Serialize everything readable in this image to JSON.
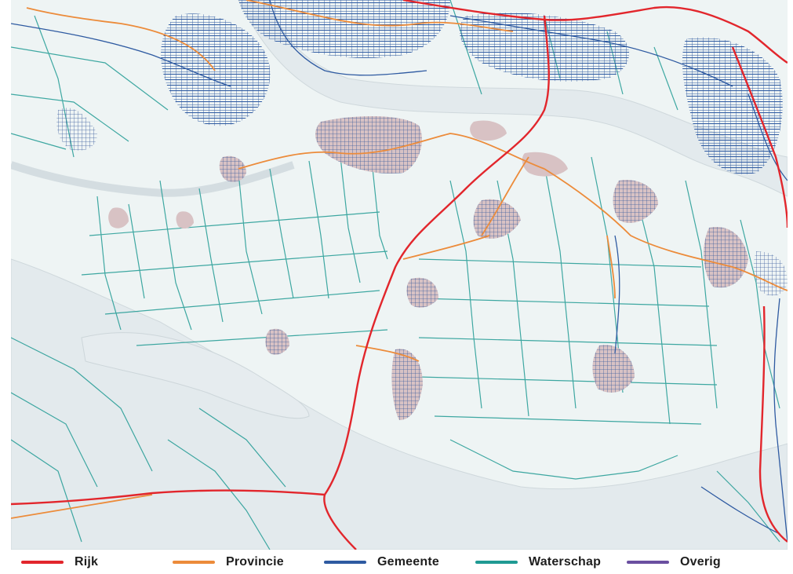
{
  "legend": {
    "items": [
      {
        "key": "rijk",
        "label": "Rijk",
        "color": "#e2262c"
      },
      {
        "key": "provincie",
        "label": "Provincie",
        "color": "#ec8b3a"
      },
      {
        "key": "gemeente",
        "label": "Gemeente",
        "color": "#2e5aa1"
      },
      {
        "key": "waterschap",
        "label": "Waterschap",
        "color": "#1f9a93"
      },
      {
        "key": "overig",
        "label": "Overig",
        "color": "#6a4fa0"
      }
    ]
  },
  "map": {
    "background_color": "#e8eef1",
    "land_color": "#edf3f3",
    "water_color": "#e4ebee",
    "built_up_color": "#d8c2c4"
  }
}
